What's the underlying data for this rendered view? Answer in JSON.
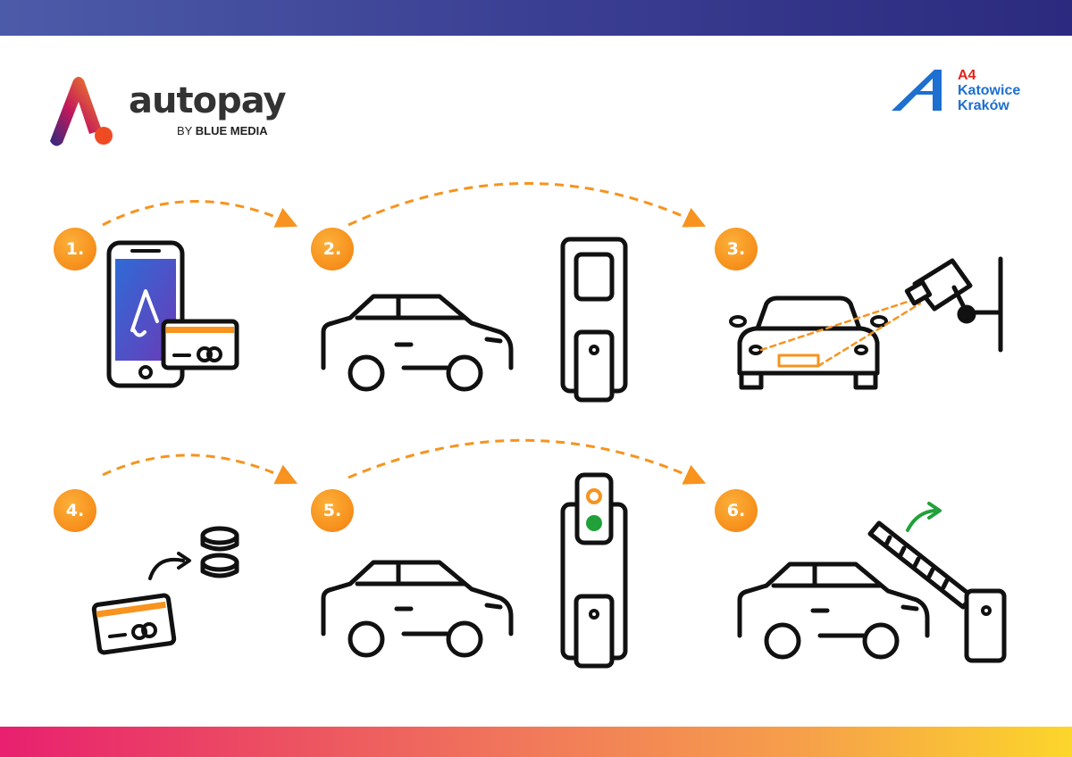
{
  "brand": {
    "name": "autopay",
    "byline_prefix": "BY",
    "byline_company": "BLUE MEDIA"
  },
  "partner": {
    "road": "A4",
    "city1": "Katowice",
    "city2": "Kraków"
  },
  "steps": [
    {
      "num": "1."
    },
    {
      "num": "2."
    },
    {
      "num": "3."
    },
    {
      "num": "4."
    },
    {
      "num": "5."
    },
    {
      "num": "6."
    }
  ],
  "colors": {
    "top_bar": "#3b3f93",
    "accent_orange": "#f7931e",
    "line_black": "#111111",
    "green_light": "#22a03a",
    "brand_red": "#e2231a",
    "brand_blue": "#1d6fd0",
    "phone_screen": "#2f6bd6"
  },
  "icons": [
    "smartphone-icon",
    "payment-card-icon",
    "car-side-icon",
    "parking-terminal-icon",
    "car-front-icon",
    "camera-icon",
    "coins-icon",
    "traffic-light-terminal-icon",
    "barrier-gate-icon"
  ]
}
